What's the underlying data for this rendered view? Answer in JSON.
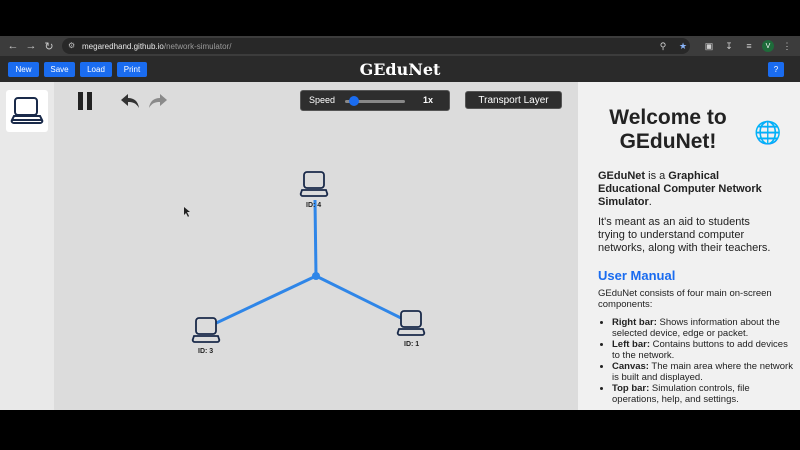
{
  "browser": {
    "url_host": "megaredhand.github.io",
    "url_path": "/network-simulator/",
    "avatar_letter": "V"
  },
  "toolbar": {
    "new_label": "New",
    "save_label": "Save",
    "load_label": "Load",
    "print_label": "Print",
    "help_label": "?"
  },
  "app": {
    "title": "GEduNet"
  },
  "controls": {
    "speed_label": "Speed",
    "speed_value": "1x",
    "speed_level": 0.15,
    "layer_button": "Transport Layer"
  },
  "nodes": [
    {
      "label": "ID: 4"
    },
    {
      "label": "ID: 3"
    },
    {
      "label": "ID: 1"
    }
  ],
  "colors": {
    "accent": "#1a6cf0",
    "edge": "#2f86e8",
    "topbar": "#2a2a2a"
  },
  "sidebar": {
    "welcome": "Welcome to GEduNet!",
    "intro_name": "GEduNet",
    "intro_is": " is a ",
    "intro_desc": "Graphical Educational Computer Network Simulator",
    "intro_end": ".",
    "purpose": "It's meant as an aid to students trying to understand computer networks, along with their teachers.",
    "manual_title": "User Manual",
    "manual_intro": "GEduNet consists of four main on-screen components:",
    "components": [
      {
        "name": "Right bar:",
        "desc": " Shows information about the selected device, edge or packet."
      },
      {
        "name": "Left bar:",
        "desc": " Contains buttons to add devices to the network."
      },
      {
        "name": "Canvas:",
        "desc": " The main area where the network is built and displayed."
      },
      {
        "name": "Top bar:",
        "desc": " Simulation controls, file operations, help, and settings."
      }
    ]
  }
}
